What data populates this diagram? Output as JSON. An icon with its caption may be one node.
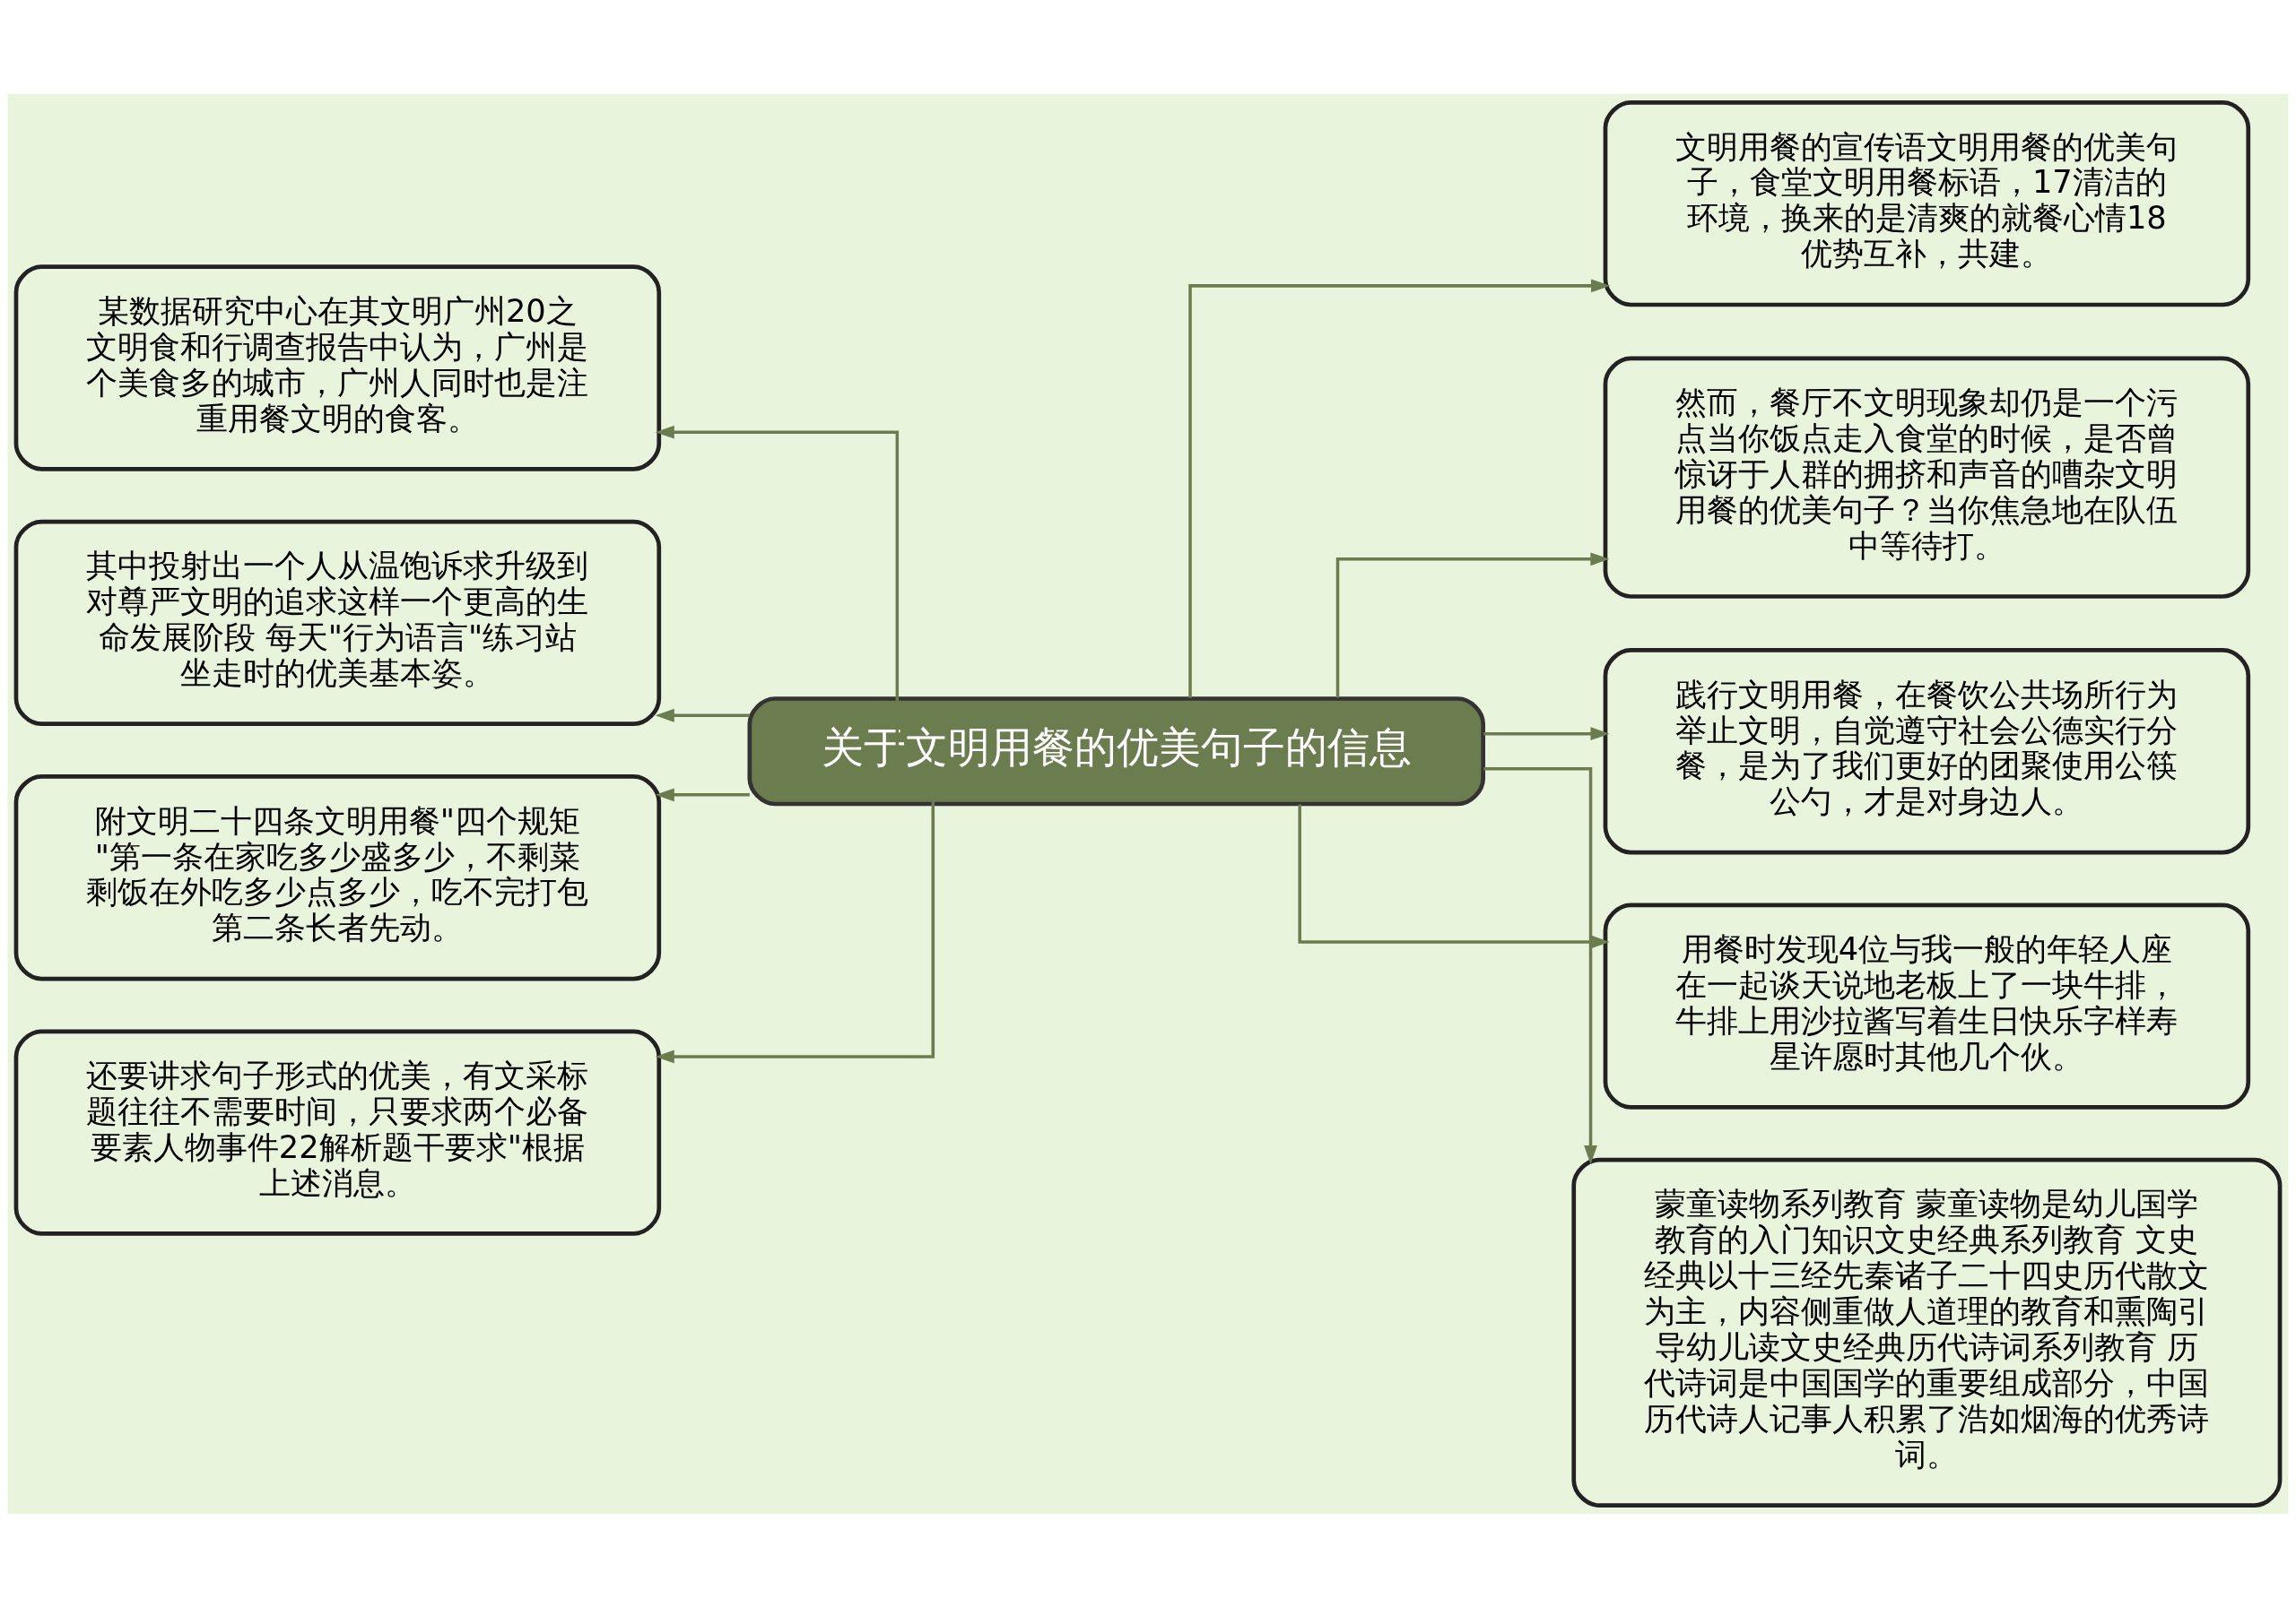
{
  "diagram": {
    "nodes": [
      {
        "text": [
          "关于文明用餐的优美句子的信息"
        ]
      },
      {
        "text": [
          "某数据研究中心在其文明广州20之文明食和行调查报告中认为，广州是个美食多的城市，广州人同时也是注重用餐文明的食客。"
        ]
      },
      {
        "text": [
          "其中投射出一个人从温饱诉求升级到对尊严文明的追求这样一个更高的生命发展阶段 每天\"行为语言\"练习站坐走时的优美基本姿。"
        ]
      },
      {
        "text": [
          "附文明二十四条文明用餐\"四个规矩\"第一条在家吃多少盛多少，不剩菜剩饭在外吃多少点多少，吃不完打包第二条长者先动。"
        ]
      },
      {
        "text": [
          "还要讲求句子形式的优美，有文采标题往往不需要时间，只要求两个必备要素人物事件22解析题干要求\"根据上述消息。"
        ]
      },
      {
        "text": [
          "文明用餐的宣传语文明用餐的优美句子，食堂文明用餐标语，17清洁的环境，换来的是清爽的就餐心情18优势互补，共建。"
        ]
      },
      {
        "text": [
          "然而，餐厅不文明现象却仍是一个污点当你饭点走入食堂的时候，是否曾惊讶于人群的拥挤和声音的嘈杂文明用餐的优美句子？当你焦急地在队伍中等待打。"
        ]
      },
      {
        "text": [
          "践行文明用餐，在餐饮公共场所行为举止文明，自觉遵守社会公德实行分餐，是为了我们更好的团聚使用公筷公勺，才是对身边人。"
        ]
      },
      {
        "text": [
          "用餐时发现4位与我一般的年轻人座在一起谈天说地老板上了一块牛排，牛排上用沙拉酱写着生日快乐字样寿星许愿时其他几个伙。"
        ]
      },
      {
        "text": [
          "蒙童读物系列教育 蒙童读物是幼儿国学教育的入门知识文史经典系列教育 文史经典以十三经先秦诸子二十四史历代散文为主，内容侧重做人道理的教育和熏陶引导幼儿读文史经典历代诗词系列教育 历代诗词是中国国学的重要组成部分，中国历代诗人记事人积累了浩如烟海的优秀诗词。"
        ]
      }
    ],
    "edges": [
      {
        "from": 0,
        "to": 1,
        "arrow": "to"
      },
      {
        "from": 0,
        "to": 2,
        "arrow": "to"
      },
      {
        "from": 0,
        "to": 3,
        "arrow": "to"
      },
      {
        "from": 0,
        "to": 4,
        "arrow": "to"
      },
      {
        "from": 0,
        "to": 5,
        "arrow": "to"
      },
      {
        "from": 0,
        "to": 6,
        "arrow": "to"
      },
      {
        "from": 0,
        "to": 7,
        "arrow": "to"
      },
      {
        "from": 0,
        "to": 8,
        "arrow": "to"
      },
      {
        "from": 0,
        "to": 9,
        "arrow": "to"
      }
    ]
  }
}
